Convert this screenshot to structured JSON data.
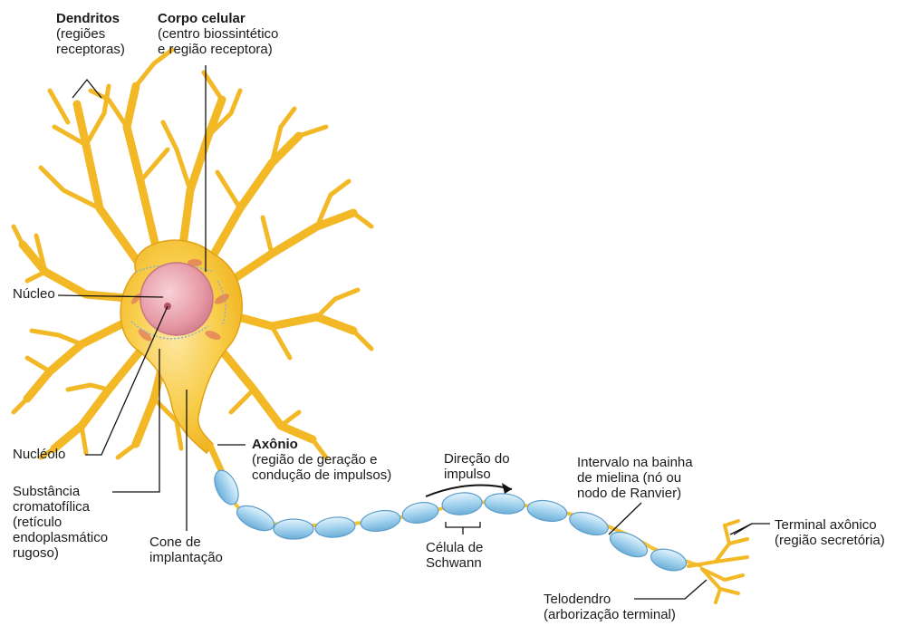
{
  "labels": {
    "dendritos": {
      "title": "Dendritos",
      "lines": [
        "(regiões",
        "receptoras)"
      ]
    },
    "corpo_celular": {
      "title": "Corpo celular",
      "lines": [
        "(centro biossintético",
        "e região receptora)"
      ]
    },
    "nucleo": {
      "text": "Núcleo"
    },
    "nucleolo": {
      "text": "Nucléolo"
    },
    "substancia": {
      "lines": [
        "Substância",
        "cromatofílica",
        "(retículo",
        "endoplasmático",
        "rugoso)"
      ]
    },
    "cone": {
      "lines": [
        "Cone de",
        "implantação"
      ]
    },
    "axonio": {
      "title": "Axônio",
      "lines": [
        "(região de geração e",
        "condução de impulsos)"
      ]
    },
    "direcao": {
      "lines": [
        "Direção do",
        "impulso"
      ]
    },
    "intervalo": {
      "lines": [
        "Intervalo na bainha",
        "de mielina (nó ou",
        "nodo de Ranvier)"
      ]
    },
    "schwann": {
      "lines": [
        "Célula de",
        "Schwann"
      ]
    },
    "terminal": {
      "lines": [
        "Terminal axônico",
        "(região secretória)"
      ]
    },
    "telodendro": {
      "lines": [
        "Telodendro",
        "(arborização terminal)"
      ]
    }
  },
  "colors": {
    "cell_body": "#f6c22c",
    "cell_edge": "#d9960f",
    "nucleus": "#e89aa3",
    "myelin": "#9fd0ec",
    "myelin_edge": "#4f8fbf",
    "leader": "#111111"
  }
}
